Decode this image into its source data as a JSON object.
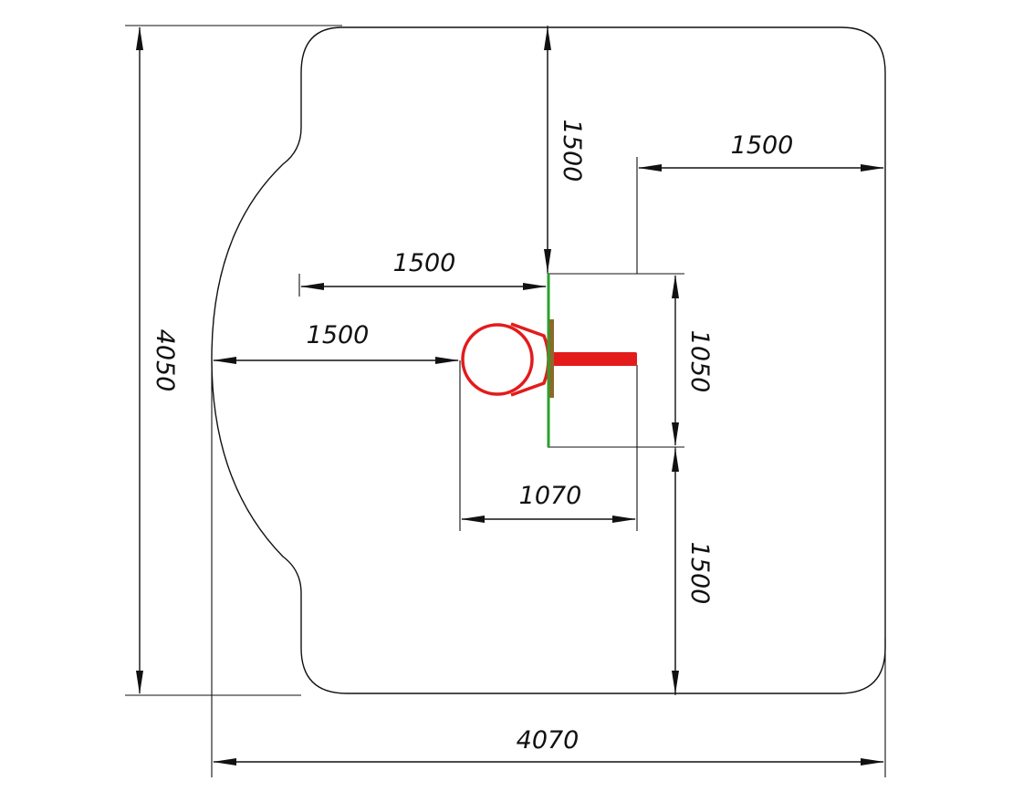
{
  "colors": {
    "outline": "#111111",
    "equipment_red": "#e31b1b",
    "equipment_green": "#2aa12a"
  },
  "dimensions": {
    "overall_width": "4070",
    "overall_height": "4050",
    "top_clearance": "1500",
    "right_clearance": "1500",
    "left_upper_clearance": "1500",
    "left_clearance": "1500",
    "equipment_width": "1050",
    "equipment_length": "1070",
    "bottom_clearance": "1500"
  }
}
